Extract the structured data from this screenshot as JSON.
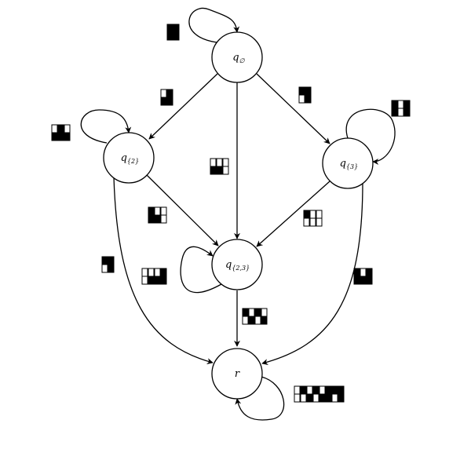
{
  "colors": {
    "ink": "#000000",
    "paper": "#ffffff"
  },
  "nodes": [
    {
      "id": "q_empty",
      "name": "q",
      "sub": "∅"
    },
    {
      "id": "q_2",
      "name": "q",
      "sub": "{2}"
    },
    {
      "id": "q_3",
      "name": "q",
      "sub": "{3}"
    },
    {
      "id": "q_23",
      "name": "q",
      "sub": "{2,3}"
    },
    {
      "id": "r",
      "name": "r",
      "sub": ""
    }
  ],
  "edges": [
    {
      "id": "q_empty-loop",
      "from": "q_empty",
      "to": "q_empty",
      "label": [
        [
          "black",
          "black"
        ],
        [
          "black",
          "black"
        ]
      ]
    },
    {
      "id": "q_empty-to-q_2",
      "from": "q_empty",
      "to": "q_2",
      "label": [
        [
          "white",
          "black"
        ],
        [
          "black",
          "black"
        ]
      ]
    },
    {
      "id": "q_empty-to-q_23",
      "from": "q_empty",
      "to": "q_23",
      "label": [
        [
          "white",
          "black"
        ],
        [
          "white",
          "black"
        ],
        [
          "white",
          "white"
        ]
      ]
    },
    {
      "id": "q_empty-to-q_3",
      "from": "q_empty",
      "to": "q_3",
      "label": [
        [
          "black",
          "white"
        ],
        [
          "black",
          "black"
        ]
      ]
    },
    {
      "id": "q_2-loop",
      "from": "q_2",
      "to": "q_2",
      "label": [
        [
          "white",
          "black"
        ],
        [
          "black",
          "black"
        ],
        [
          "white",
          "black"
        ]
      ]
    },
    {
      "id": "q_3-loop",
      "from": "q_3",
      "to": "q_3",
      "label": [
        [
          "black",
          "black"
        ],
        [
          "white",
          "white"
        ],
        [
          "black",
          "black"
        ]
      ]
    },
    {
      "id": "q_2-to-q_23",
      "from": "q_2",
      "to": "q_23",
      "label": [
        [
          "black",
          "black"
        ],
        [
          "white",
          "black"
        ],
        [
          "white",
          "white"
        ]
      ]
    },
    {
      "id": "q_3-to-q_23",
      "from": "q_3",
      "to": "q_23",
      "label": [
        [
          "black",
          "white"
        ],
        [
          "white",
          "white"
        ],
        [
          "white",
          "white"
        ]
      ]
    },
    {
      "id": "q_2-to-r",
      "from": "q_2",
      "to": "r",
      "label": [
        [
          "black",
          "white"
        ],
        [
          "black",
          "black"
        ]
      ]
    },
    {
      "id": "q_3-to-r",
      "from": "q_3",
      "to": "r",
      "label": [
        [
          "black",
          "black"
        ],
        [
          "white",
          "black"
        ],
        [
          "black",
          "black"
        ]
      ]
    },
    {
      "id": "q_23-loop",
      "from": "q_23",
      "to": "q_23",
      "label": [
        [
          "white",
          "white"
        ],
        [
          "white",
          "black"
        ],
        [
          "white",
          "black"
        ],
        [
          "black",
          "black"
        ]
      ]
    },
    {
      "id": "q_23-to-r",
      "from": "q_23",
      "to": "r",
      "label": [
        [
          "black",
          "white"
        ],
        [
          "white",
          "black"
        ],
        [
          "black",
          "white"
        ],
        [
          "white",
          "black"
        ]
      ]
    },
    {
      "id": "r-loop",
      "from": "r",
      "to": "r",
      "label": [
        [
          "white",
          "white"
        ],
        [
          "black",
          "white"
        ],
        [
          "white",
          "black"
        ],
        [
          "black",
          "white"
        ],
        [
          "white",
          "black"
        ],
        [
          "black",
          "black"
        ],
        [
          "black",
          "white"
        ],
        [
          "black",
          "black"
        ]
      ]
    }
  ]
}
